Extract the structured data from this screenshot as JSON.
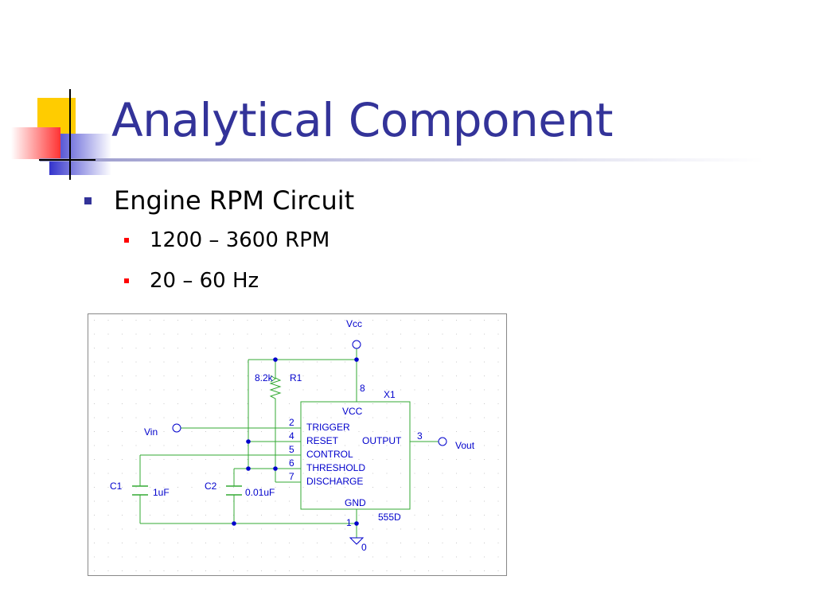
{
  "slide": {
    "title": "Analytical Component",
    "bullet_level1": "Engine RPM Circuit",
    "bullet_level2": [
      "1200 – 3600 RPM",
      "20 – 60 Hz"
    ]
  },
  "colors": {
    "title": "#333399",
    "bullet_level1": "#333399",
    "bullet_level2": "#ff0000",
    "wire": "#33aa33",
    "schematic_text": "#0000cc"
  },
  "schematic": {
    "labels": {
      "vcc_top": "Vcc",
      "r1_value": "8.2k",
      "r1_name": "R1",
      "pin8": "8",
      "x1_name": "X1",
      "vin": "Vin",
      "vout": "Vout",
      "c1_name": "C1",
      "c1_value": "1uF",
      "c2_name": "C2",
      "c2_value": "0.01uF",
      "ic_part": "555D",
      "ground": "0",
      "pin1": "1",
      "pin3": "3"
    },
    "ic_pins": {
      "vcc": "VCC",
      "trigger": "TRIGGER",
      "reset": "RESET",
      "output": "OUTPUT",
      "control": "CONTROL",
      "threshold": "THRESHOLD",
      "discharge": "DISCHARGE",
      "gnd": "GND"
    },
    "pin_numbers": [
      "2",
      "4",
      "5",
      "6",
      "7"
    ]
  }
}
